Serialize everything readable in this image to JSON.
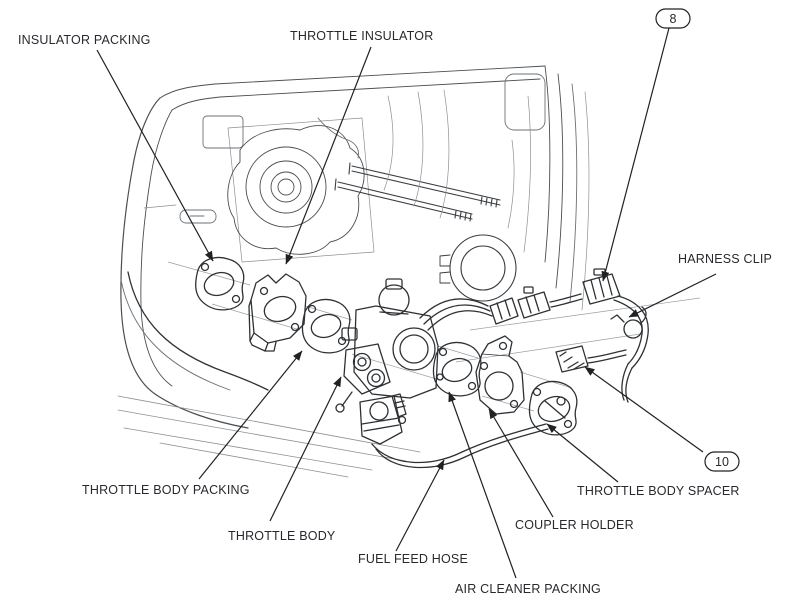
{
  "diagram": {
    "background_color": "#ffffff",
    "line_color": "#3a3e42",
    "leader_color": "#1f2123",
    "text_color": "#26292d"
  },
  "labels": {
    "insulator_packing": "INSULATOR PACKING",
    "throttle_insulator": "THROTTLE INSULATOR",
    "harness_clip": "HARNESS CLIP",
    "throttle_body_packing": "THROTTLE BODY PACKING",
    "throttle_body": "THROTTLE BODY",
    "fuel_feed_hose": "FUEL FEED HOSE",
    "air_cleaner_packing": "AIR CLEANER PACKING",
    "coupler_holder": "COUPLER HOLDER",
    "throttle_body_spacer": "THROTTLE BODY SPACER"
  },
  "callouts": {
    "top_right": "8",
    "bottom_right": "10"
  }
}
